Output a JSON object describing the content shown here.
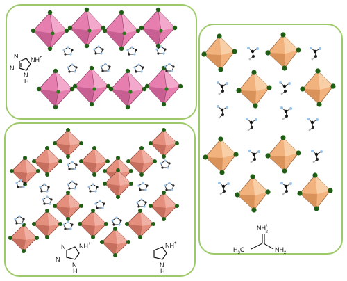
{
  "colors": {
    "panel_border": "#9dc96a",
    "octahedron_pink": "#e67fb0",
    "octahedron_salmon": "#e58f7e",
    "octahedron_orange": "#f2b27e",
    "ligand_green": "#1f5e14",
    "cation_atom_light": "#9cc2e6",
    "cation_atom_dark": "#222222"
  },
  "panels": {
    "top_left": {
      "cation": {
        "nh_label": "NH",
        "h_label": "H",
        "charge": "+"
      }
    },
    "bottom_left": {
      "cation_a": {
        "nh_label": "NH",
        "h_label": "H",
        "charge": "+"
      },
      "cation_b": {
        "nh_label": "NH",
        "h_label": "H",
        "charge": "+"
      }
    },
    "right": {
      "cation": {
        "nh2_top": "NH",
        "nh2_top_sub": "2",
        "charge": "+",
        "ch3": "H",
        "ch3_pre": "H",
        "ch3_sub": "3",
        "ch3_c": "C",
        "nh2_right": "NH",
        "nh2_right_sub": "2"
      }
    }
  }
}
